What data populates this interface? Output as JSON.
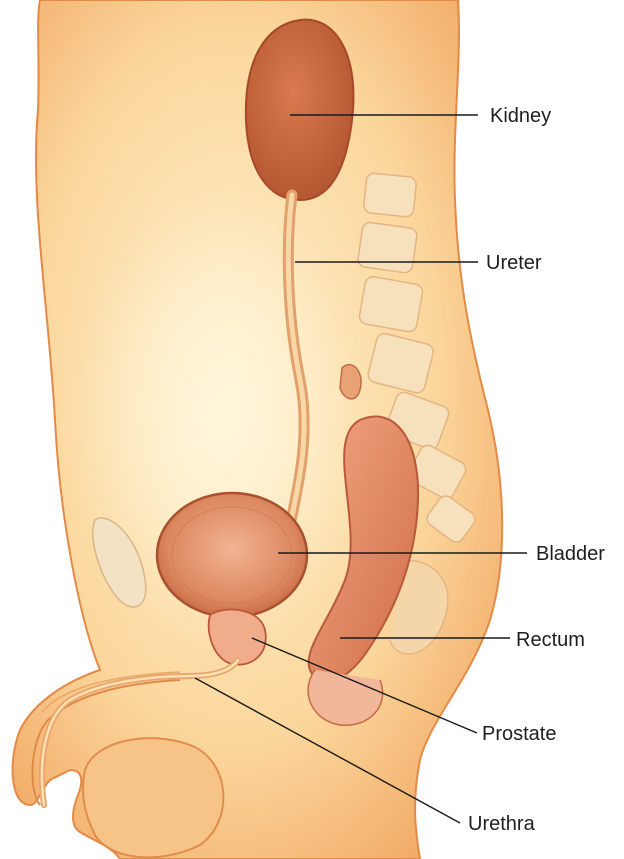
{
  "colors": {
    "skin_light": "#fde3b0",
    "skin_mid": "#f5c27e",
    "skin_dark": "#e99a55",
    "organ_red": "#cf6a45",
    "organ_dark": "#b5502f",
    "bone": "#f6dfb8",
    "leader_line": "#1a1a1a"
  },
  "labels": {
    "kidney": "Kidney",
    "ureter": "Ureter",
    "bladder": "Bladder",
    "rectum": "Rectum",
    "prostate": "Prostate",
    "urethra": "Urethra"
  }
}
